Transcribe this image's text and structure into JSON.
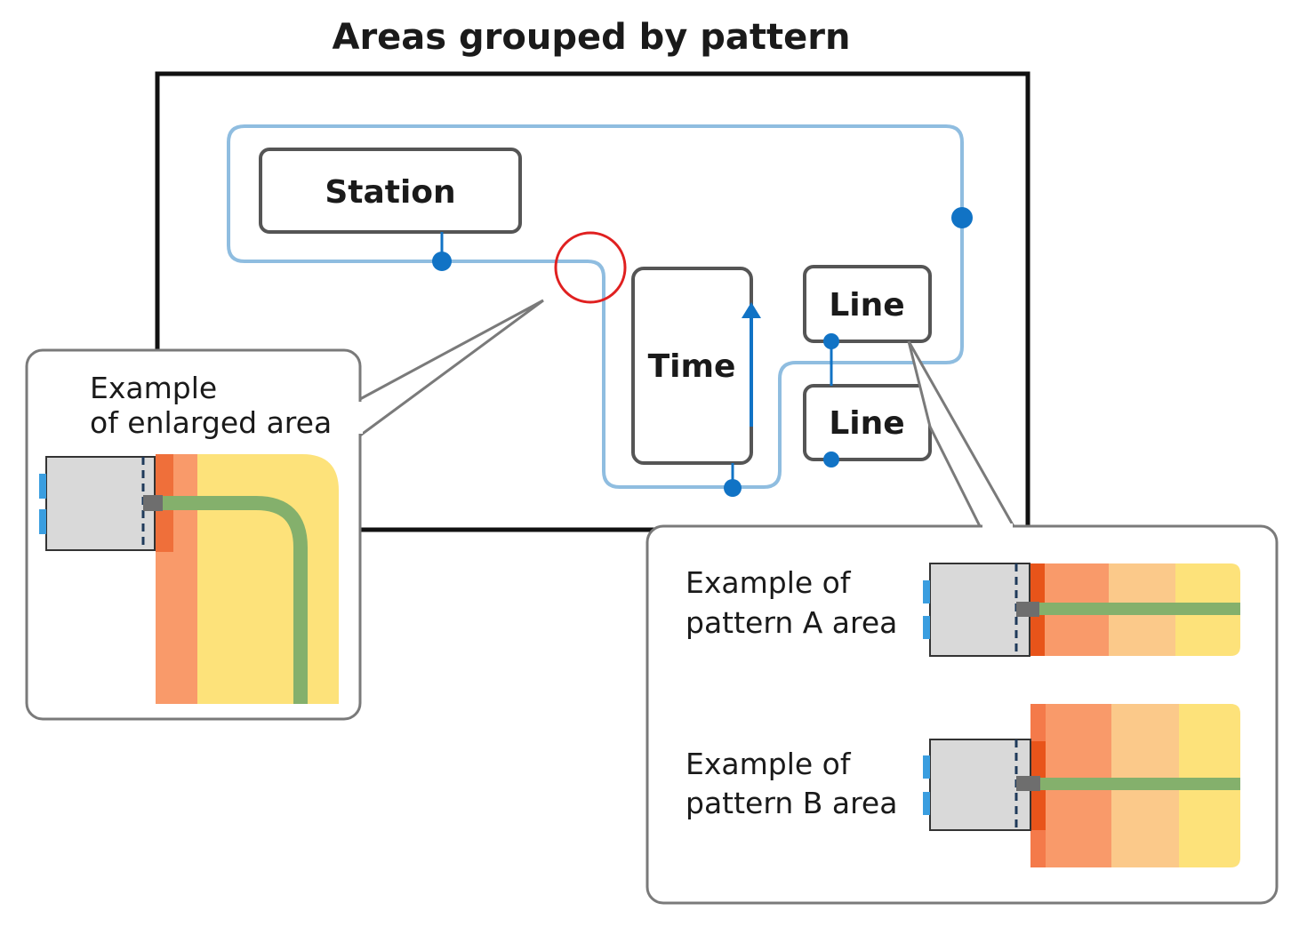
{
  "title": "Areas grouped by pattern",
  "boxes": {
    "station": "Station",
    "time": "Time",
    "line_top": "Line",
    "line_bottom": "Line"
  },
  "enlarged_panel": {
    "line1": "Example",
    "line2": "of enlarged area"
  },
  "pattern_a": {
    "line1": "Example of",
    "line2": "pattern A area"
  },
  "pattern_b": {
    "line1": "Example of",
    "line2": "pattern B area"
  },
  "colors": {
    "route": "#8fbde0",
    "node": "#1173c5",
    "highlight_circle": "#e02020",
    "box_stroke": "#555555",
    "frame": "#111111",
    "panel_stroke": "#7a7a7a",
    "zone_dark_orange": "#e8541a",
    "zone_orange": "#f99a6a",
    "zone_light_orange": "#fbc98a",
    "zone_yellow": "#fde27a",
    "path_green": "#84b06c",
    "machine_gray": "#d9d9d9",
    "connector_blue": "#3a9ee0"
  }
}
